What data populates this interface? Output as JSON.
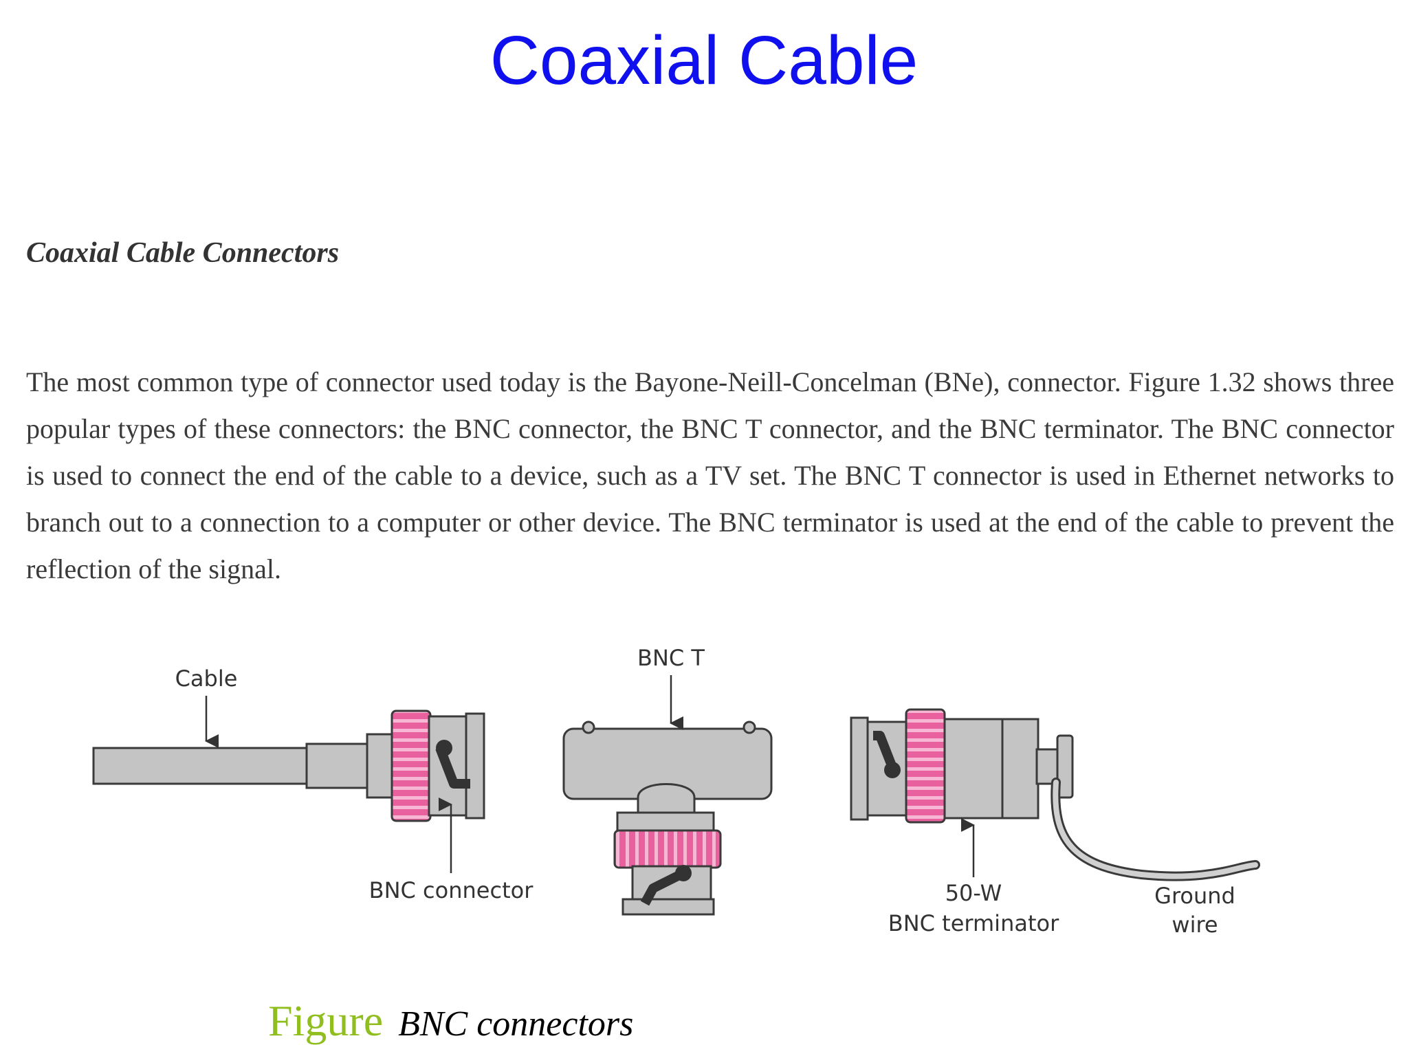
{
  "slide": {
    "title": "Coaxial Cable"
  },
  "section": {
    "heading": "Coaxial Cable Connectors",
    "paragraph": "The most common type of connector used today is the Bayone-Neill-Concelman (BNe), connector. Figure 1.32 shows three popular types of these connectors: the BNC connector, the BNC T connector, and the BNC terminator. The BNC connector is used to connect the end of the cable to a device, such as a TV set. The BNC T connector is used in Ethernet networks to branch out to a connection to a computer or other device. The BNC terminator is used at the end of the cable to prevent the reflection of the signal."
  },
  "diagram": {
    "labels": {
      "cable": "Cable",
      "bnc_connector": "BNC connector",
      "bnc_t": "BNC T",
      "terminator_line1": "50-W",
      "terminator_line2": "BNC terminator",
      "ground_line1": "Ground",
      "ground_line2": "wire"
    },
    "colors": {
      "metal": "#c4c4c4",
      "outline": "#3a3a3a",
      "collar": "#e8609e",
      "collar_light": "#f6b6d4",
      "pin": "#333333"
    }
  },
  "caption": {
    "label": "Figure",
    "text": "BNC connectors"
  }
}
